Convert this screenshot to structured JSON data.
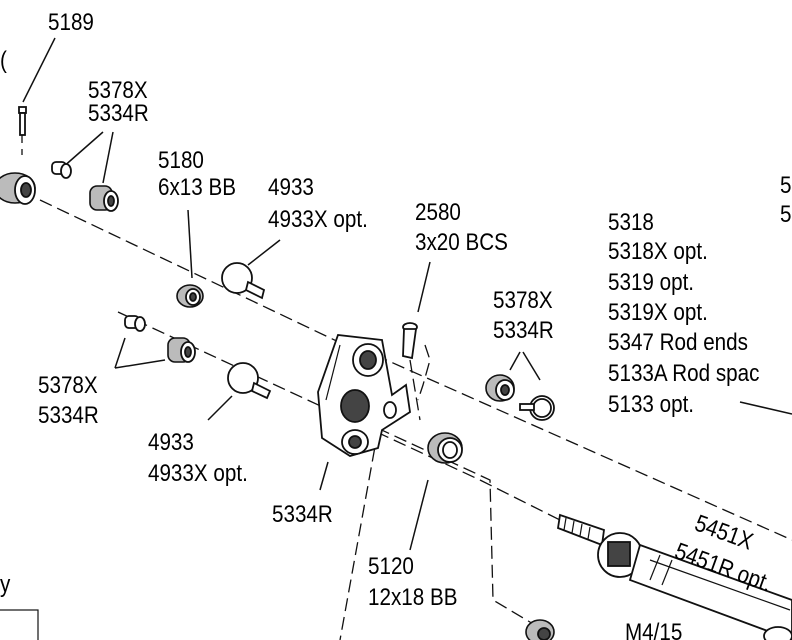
{
  "labels": {
    "l5189": "5189",
    "l5378x_a": "5378X",
    "l5334r_a": "5334R",
    "l5180": "5180",
    "l6x13": "6x13 BB",
    "l4933_a": "4933",
    "l4933x_a": "4933X opt.",
    "l2580": "2580",
    "l3x20": "3x20 BCS",
    "l5318": "5318",
    "l5318x": "5318X opt.",
    "l5319": "5319 opt.",
    "l5319x": "5319X opt.",
    "l5347": "5347 Rod ends",
    "l5133a": "5133A Rod spac",
    "l5133": "5133 opt.",
    "l5378x_b": "5378X",
    "l5334r_b": "5334R",
    "l5378x_c": "5378X",
    "l5334r_c": "5334R",
    "l4933_b": "4933",
    "l4933x_b": "4933X opt.",
    "l5334r_d": "5334R",
    "l5120": "5120",
    "l12x18": "12x18 BB",
    "l5451x": "5451X",
    "l5451r": "5451R opt.",
    "lm4": "M4/15",
    "lfrag1": "5",
    "lfrag2": "5",
    "lfrag3": "y"
  }
}
